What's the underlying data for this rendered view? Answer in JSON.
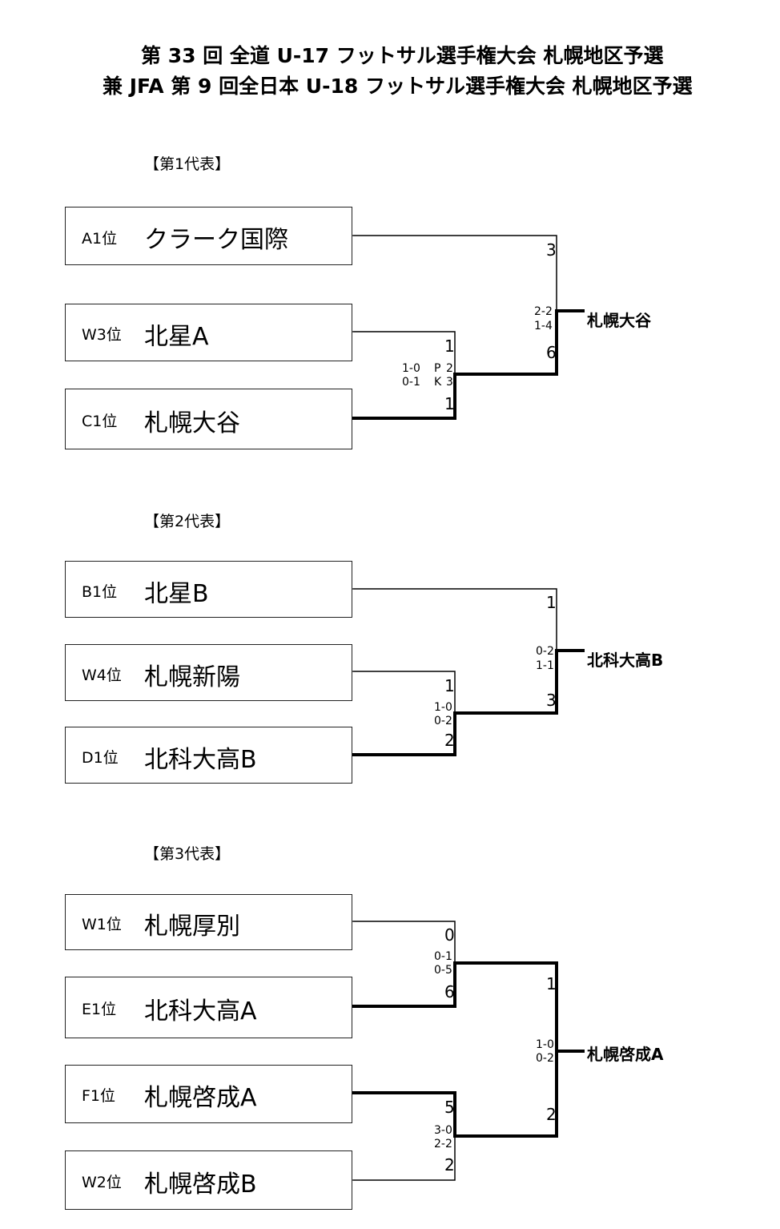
{
  "title_line1": "第 33 回 全道 U-17 フットサル選手権大会 札幌地区予選",
  "title_line2": "兼 JFA 第 9 回全日本 U-18 フットサル選手権大会 札幌地区予選",
  "sections": [
    {
      "heading": "【第1代表】",
      "teams": [
        {
          "rank": "A1位",
          "name": "クラーク国際"
        },
        {
          "rank": "W3位",
          "name": "北星A"
        },
        {
          "rank": "C1位",
          "name": "札幌大谷"
        }
      ],
      "semi": {
        "score_top": "1",
        "score_bottom": "1",
        "half_scores": [
          "1-0",
          "0-1"
        ],
        "pk_label": [
          "P",
          "K"
        ],
        "pk_scores": [
          "2",
          "3"
        ]
      },
      "final": {
        "score_top": "3",
        "score_bottom": "6",
        "half_scores": [
          "2-2",
          "1-4"
        ]
      },
      "winner": "札幌大谷"
    },
    {
      "heading": "【第2代表】",
      "teams": [
        {
          "rank": "B1位",
          "name": "北星B"
        },
        {
          "rank": "W4位",
          "name": "札幌新陽"
        },
        {
          "rank": "D1位",
          "name": "北科大高B"
        }
      ],
      "semi": {
        "score_top": "1",
        "score_bottom": "2",
        "half_scores": [
          "1-0",
          "0-2"
        ]
      },
      "final": {
        "score_top": "1",
        "score_bottom": "3",
        "half_scores": [
          "0-2",
          "1-1"
        ]
      },
      "winner": "北科大高B"
    },
    {
      "heading": "【第3代表】",
      "teams": [
        {
          "rank": "W1位",
          "name": "札幌厚別"
        },
        {
          "rank": "E1位",
          "name": "北科大高A"
        },
        {
          "rank": "F1位",
          "name": "札幌啓成A"
        },
        {
          "rank": "W2位",
          "name": "札幌啓成B"
        }
      ],
      "semi1": {
        "score_top": "0",
        "score_bottom": "6",
        "half_scores": [
          "0-1",
          "0-5"
        ]
      },
      "semi2": {
        "score_top": "5",
        "score_bottom": "2",
        "half_scores": [
          "3-0",
          "2-2"
        ]
      },
      "final": {
        "score_top": "1",
        "score_bottom": "2",
        "half_scores": [
          "1-0",
          "0-2"
        ]
      },
      "winner": "札幌啓成A"
    }
  ]
}
